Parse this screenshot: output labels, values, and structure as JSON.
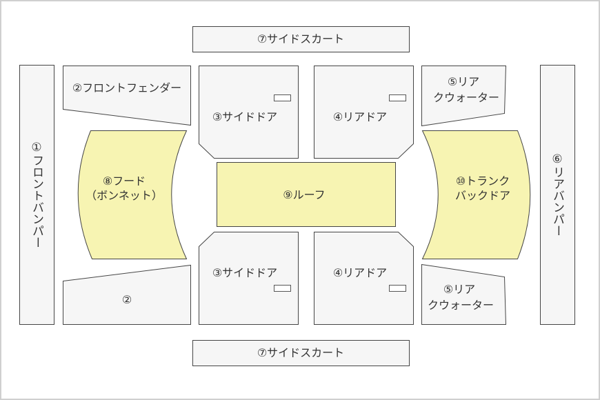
{
  "colors": {
    "panel": "#f6f6f6",
    "highlight": "#f7f4b2",
    "outline": "#444444"
  },
  "labels": {
    "side_skirt": "⑦サイドスカート",
    "front_fender": "②フロントフェンダー",
    "front_fender_short": "②",
    "side_door": "③サイドドア",
    "rear_door": "④リアドア",
    "rear_quarter_1": "⑤リア",
    "rear_quarter_2": "クウォーター",
    "front_bumper": "①フロントバンパー",
    "rear_bumper": "⑥リアバンパー",
    "hood_1": "⑧フード",
    "hood_2": "（ボンネット）",
    "roof": "⑨ルーフ",
    "trunk_1": "⑩トランク",
    "trunk_2": "バックドア"
  }
}
